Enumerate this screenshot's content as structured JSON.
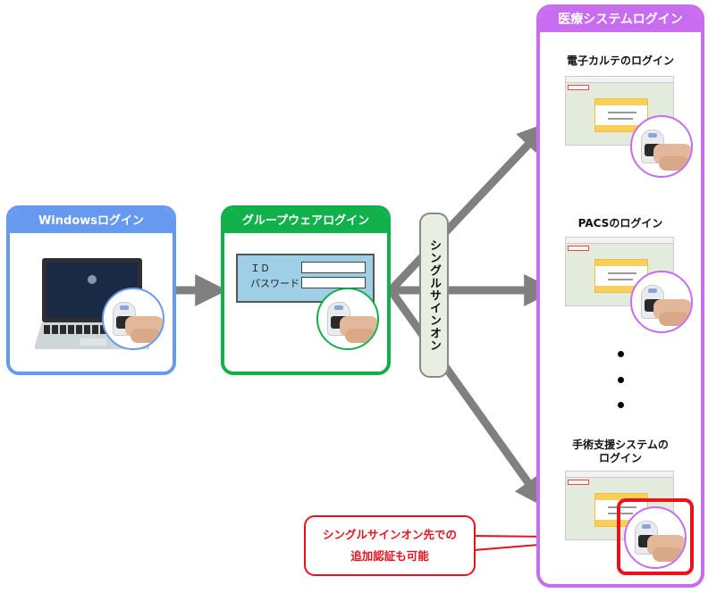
{
  "colors": {
    "windows": "#6699f0",
    "groupware": "#10b04a",
    "medical": "#c86cf0",
    "arrow": "#808080",
    "callout": "#e8131d"
  },
  "windows_panel": {
    "title": "Windowsログイン",
    "icon": "laptop-icon"
  },
  "groupware_panel": {
    "title": "グループウェアログイン",
    "id_label": "ＩＤ",
    "password_label": "パスワード",
    "id_value": "",
    "password_value": ""
  },
  "sso": {
    "label": "シングルサインオン"
  },
  "medical_panel": {
    "title": "医療システムログイン",
    "items": [
      {
        "title": "電子カルテのログイン"
      },
      {
        "title": "PACSのログイン"
      },
      {
        "title_line1": "手術支援システムの",
        "title_line2": "ログイン"
      }
    ],
    "ellipsis": [
      "•",
      "•",
      "•"
    ]
  },
  "callout": {
    "line1": "シングルサインオン先での",
    "line2": "追加認証も可能"
  }
}
